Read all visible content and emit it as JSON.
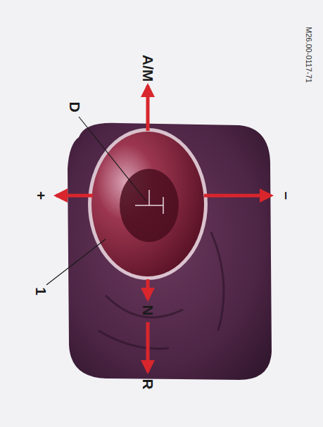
{
  "diagram": {
    "labels": [
      "M26.00-0117-71",
      "D",
      "+",
      "N",
      "R",
      "A/M",
      "1",
      "–"
    ]
  }
}
